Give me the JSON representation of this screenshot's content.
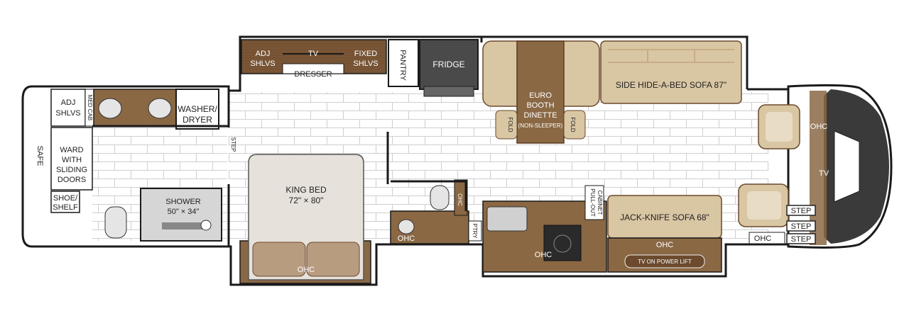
{
  "colors": {
    "wall": "#1a1a1a",
    "tile_bg": "#ffffff",
    "tile_line": "#c8c8c8",
    "wood_dark": "#6b4a2e",
    "wood_mid": "#8a6844",
    "wood_light": "#b08a5e",
    "cushion": "#d9c6a3",
    "cushion_dark": "#bfa57c",
    "fridge": "#4a4a4a",
    "shower": "#d6d6d6",
    "bed": "#e6e1db",
    "cab": "#3a3a3a"
  },
  "rooms": {
    "dresser": {
      "left": "ADJ",
      "left2": "SHLVS",
      "center": "TV",
      "bottom": "DRESSER",
      "right": "FIXED",
      "right2": "SHLVS"
    },
    "pantry": "PANTRY",
    "fridge": "FRIDGE",
    "dinette": {
      "l1": "EURO",
      "l2": "BOOTH",
      "l3": "DINETTE",
      "l4": "(NON-SLEEPER)",
      "fold_left": "FOLD",
      "fold_right": "FOLD"
    },
    "side_sofa": "SIDE HIDE-A-BED SOFA 87\"",
    "adj_shlvs": {
      "l1": "ADJ",
      "l2": "SHLVS"
    },
    "med_cab": "MED CAB",
    "washer": {
      "l1": "WASHER/",
      "l2": "DRYER"
    },
    "safe": "SAFE",
    "ward": {
      "l1": "WARD",
      "l2": "WITH",
      "l3": "SLIDING",
      "l4": "DOORS"
    },
    "shoe": {
      "l1": "SHOE/",
      "l2": "SHELF"
    },
    "shower": {
      "l1": "SHOWER",
      "l2": "50\" × 34\""
    },
    "step_bath": "STEP",
    "king_bed": {
      "l1": "KING BED",
      "l2": "72\" × 80\""
    },
    "ohc_bed": "OHC",
    "ohc_bath": "OHC",
    "ohc_toilet": "OHC",
    "ptry": "PTRY",
    "pull_out": {
      "l1": "PULL-OUT",
      "l2": "CABINET"
    },
    "ohc_kitchen": "OHC",
    "jack_sofa": "JACK-KNIFE SOFA 68\"",
    "ohc_sofa": "OHC",
    "tv_lift": "TV ON POWER LIFT",
    "ohc_front": "OHC",
    "ohc_cab": "OHC",
    "tv_cab": "TV",
    "steps": [
      "STEP",
      "STEP",
      "STEP"
    ]
  }
}
